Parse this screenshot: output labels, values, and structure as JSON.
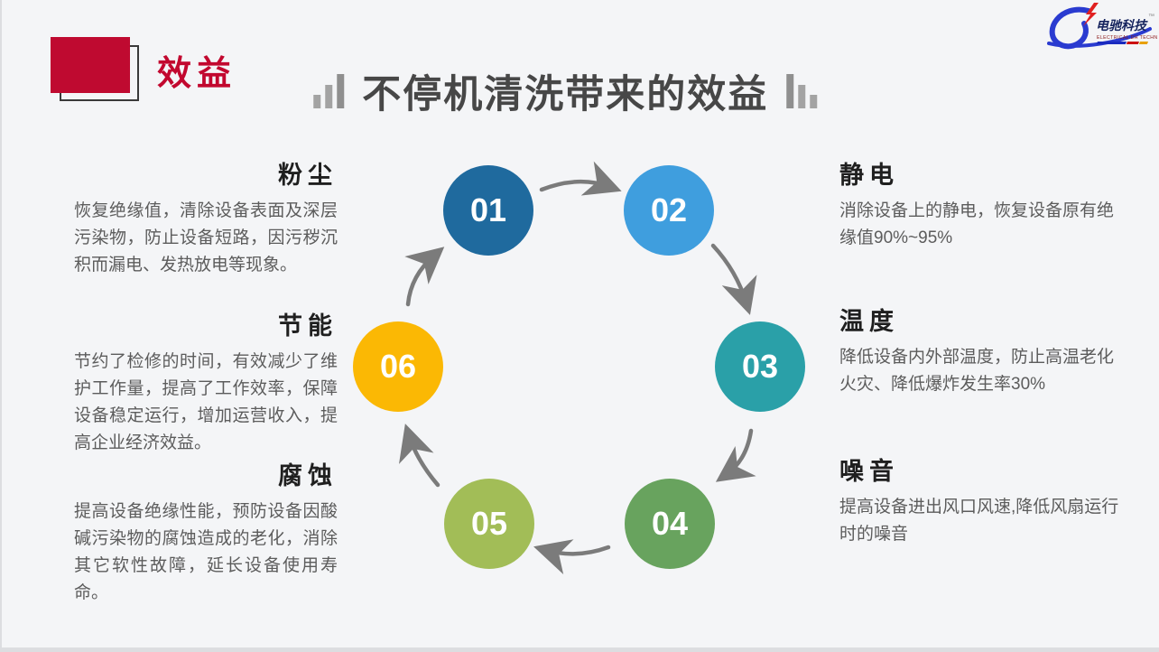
{
  "slide": {
    "section_label": "效益",
    "title": "不停机清洗带来的效益",
    "accent_red": "#bf0a30"
  },
  "logo": {
    "name": "电驰科技",
    "subtext": "ELECTRICAL DH TECHNOLOGY",
    "tm": "™",
    "swoosh_color": "#2a3bd0",
    "bolt_color": "#e02020"
  },
  "cycle": {
    "arrow_color": "#7b7b7b",
    "steps": [
      {
        "number": "01",
        "color": "#1f6a9e"
      },
      {
        "number": "02",
        "color": "#3f9ede"
      },
      {
        "number": "03",
        "color": "#2aa0a8"
      },
      {
        "number": "04",
        "color": "#68a35e"
      },
      {
        "number": "05",
        "color": "#a2bd57"
      },
      {
        "number": "06",
        "color": "#fbb804"
      }
    ]
  },
  "left_items": [
    {
      "title": "粉尘",
      "body": "恢复绝缘值，清除设备表面及深层污染物，防止设备短路，因污秽沉积而漏电、发热放电等现象。"
    },
    {
      "title": "节能",
      "body": "节约了检修的时间，有效减少了维护工作量，提高了工作效率，保障设备稳定运行，增加运营收入，提高企业经济效益。"
    },
    {
      "title": "腐蚀",
      "body": "提高设备绝缘性能，预防设备因酸碱污染物的腐蚀造成的老化，消除其它软性故障，延长设备使用寿命。"
    }
  ],
  "right_items": [
    {
      "title": "静电",
      "body": "消除设备上的静电，恢复设备原有绝缘值90%~95%"
    },
    {
      "title": "温度",
      "body": "降低设备内外部温度，防止高温老化火灾、降低爆炸发生率30%"
    },
    {
      "title": "噪音",
      "body": "提高设备进出风口风速,降低风扇运行时的噪音"
    }
  ]
}
